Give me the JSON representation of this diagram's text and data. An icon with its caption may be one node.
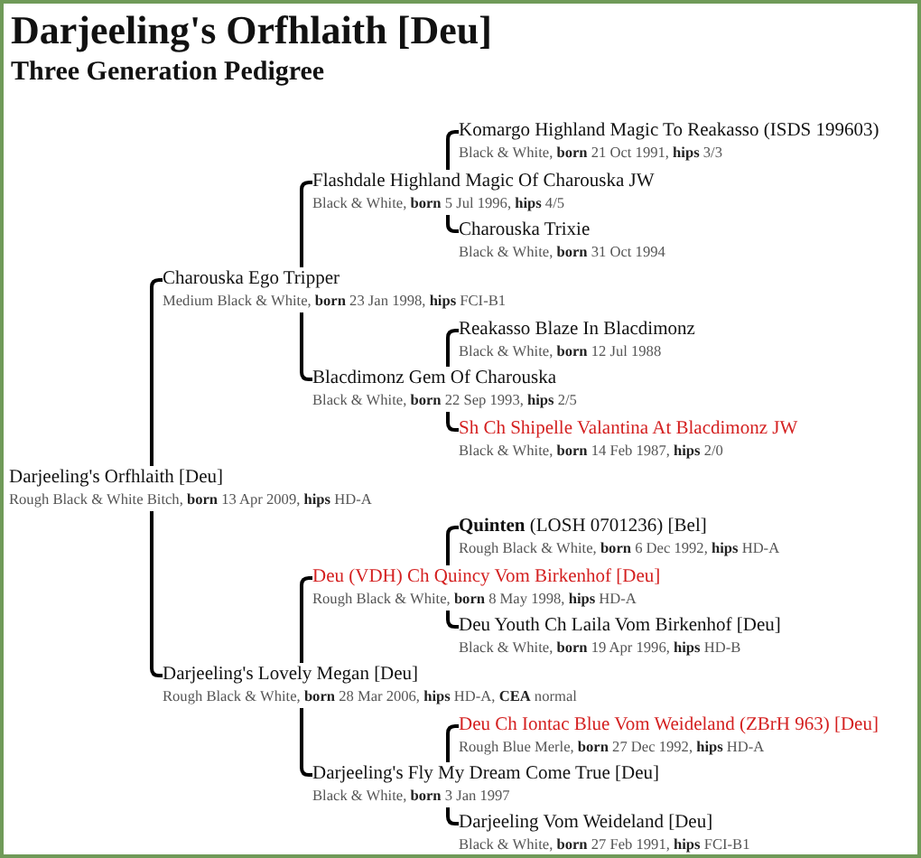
{
  "diagram": {
    "title": "Darjeeling's Orfhlaith [Deu]",
    "caption": "Three Generation Pedigree",
    "nodes": [
      {
        "text": [
          "Komargo Highland Magic To Reakasso (ISDS 199603)",
          "Black & White, **born** 21 Oct 1991, **hips** 3/3"
        ]
      },
      {
        "text": [
          "Flashdale Highland Magic Of Charouska JW",
          "Black & White, **born** 5 Jul 1996, **hips** 4/5"
        ]
      },
      {
        "text": [
          "Charouska Trixie",
          "Black & White, **born** 31 Oct 1994"
        ]
      },
      {
        "text": [
          "Charouska Ego Tripper",
          "Medium Black & White, **born** 23 Jan 1998, **hips** FCI-B1"
        ]
      },
      {
        "text": [
          "Reakasso Blaze In Blacdimonz",
          "Black & White, **born** 12 Jul 1988"
        ]
      },
      {
        "text": [
          "Blacdimonz Gem Of Charouska",
          "Black & White, **born** 22 Sep 1993, **hips** 2/5"
        ]
      },
      {
        "text": [
          "Sh Ch Shipelle Valantina At Blacdimonz JW",
          "Black & White, **born** 14 Feb 1987, **hips** 2/0"
        ]
      },
      {
        "text": [
          "Darjeeling's Orfhlaith [Deu]",
          "Rough Black & White Bitch, **born** 13 Apr 2009, **hips** HD-A"
        ]
      },
      {
        "text": [
          "**Quinten** (LOSH 0701236) [Bel]",
          "Rough Black & White, **born** 6 Dec 1992, **hips** HD-A"
        ]
      },
      {
        "text": [
          "Deu (VDH) Ch Quincy Vom Birkenhof [Deu]",
          "Rough Black & White, **born** 8 May 1998, **hips** HD-A"
        ]
      },
      {
        "text": [
          "Deu Youth Ch Laila Vom Birkenhof [Deu]",
          "Black & White, **born** 19 Apr 1996, **hips** HD-B"
        ]
      },
      {
        "text": [
          "Darjeeling's Lovely Megan [Deu]",
          "Rough Black & White, **born** 28 Mar 2006, **hips** HD-A, **CEA** normal"
        ]
      },
      {
        "text": [
          "Deu Ch Iontac Blue Vom Weideland (ZBrH 963) [Deu]",
          "Rough Blue Merle, **born** 27 Dec 1992, **hips** HD-A"
        ]
      },
      {
        "text": [
          "Darjeeling's Fly My Dream Come True [Deu]",
          "Black & White, **born** 3 Jan 1997"
        ]
      },
      {
        "text": [
          "Darjeeling Vom Weideland [Deu]",
          "Black & White, **born** 27 Feb 1991, **hips** FCI-B1"
        ]
      }
    ],
    "edges": [
      {
        "from": 7,
        "to": 3,
        "arrow": "none"
      },
      {
        "from": 7,
        "to": 11,
        "arrow": "none"
      },
      {
        "from": 3,
        "to": 1,
        "arrow": "none"
      },
      {
        "from": 3,
        "to": 5,
        "arrow": "none"
      },
      {
        "from": 11,
        "to": 9,
        "arrow": "none"
      },
      {
        "from": 11,
        "to": 13,
        "arrow": "none"
      },
      {
        "from": 1,
        "to": 0,
        "arrow": "none"
      },
      {
        "from": 1,
        "to": 2,
        "arrow": "none"
      },
      {
        "from": 5,
        "to": 4,
        "arrow": "none"
      },
      {
        "from": 5,
        "to": 6,
        "arrow": "none"
      },
      {
        "from": 9,
        "to": 8,
        "arrow": "none"
      },
      {
        "from": 9,
        "to": 10,
        "arrow": "none"
      },
      {
        "from": 13,
        "to": 12,
        "arrow": "none"
      },
      {
        "from": 13,
        "to": 14,
        "arrow": "none"
      }
    ]
  }
}
